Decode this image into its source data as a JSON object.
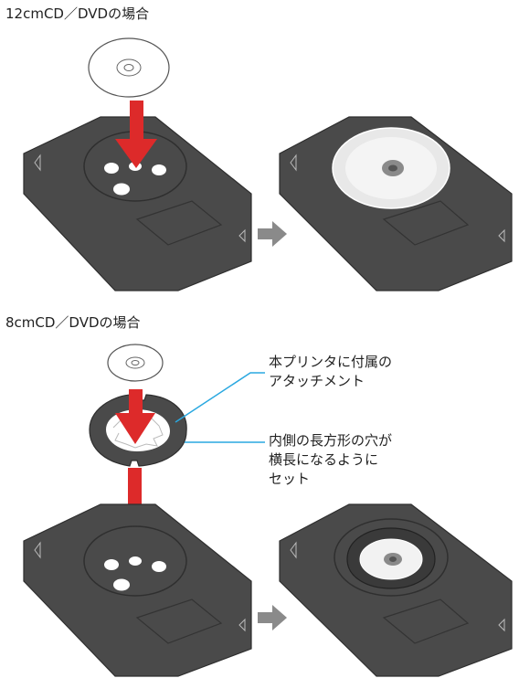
{
  "section_12cm": {
    "title": "12cmCD／DVDの場合"
  },
  "section_8cm": {
    "title": "8cmCD／DVDの場合"
  },
  "callouts": {
    "attachment": [
      "本プリンタに付属の",
      "アタッチメント"
    ],
    "orientation": [
      "内側の長方形の穴が",
      "横長になるように",
      "セット"
    ]
  },
  "colors": {
    "tray": "#4a4a4a",
    "tray_edge": "#2e2e2e",
    "insert_arrow": "#dd2a2a",
    "leader_line": "#2aa8e0",
    "next_step_arrow": "#8a8a8a",
    "disc": "#ffffff"
  }
}
